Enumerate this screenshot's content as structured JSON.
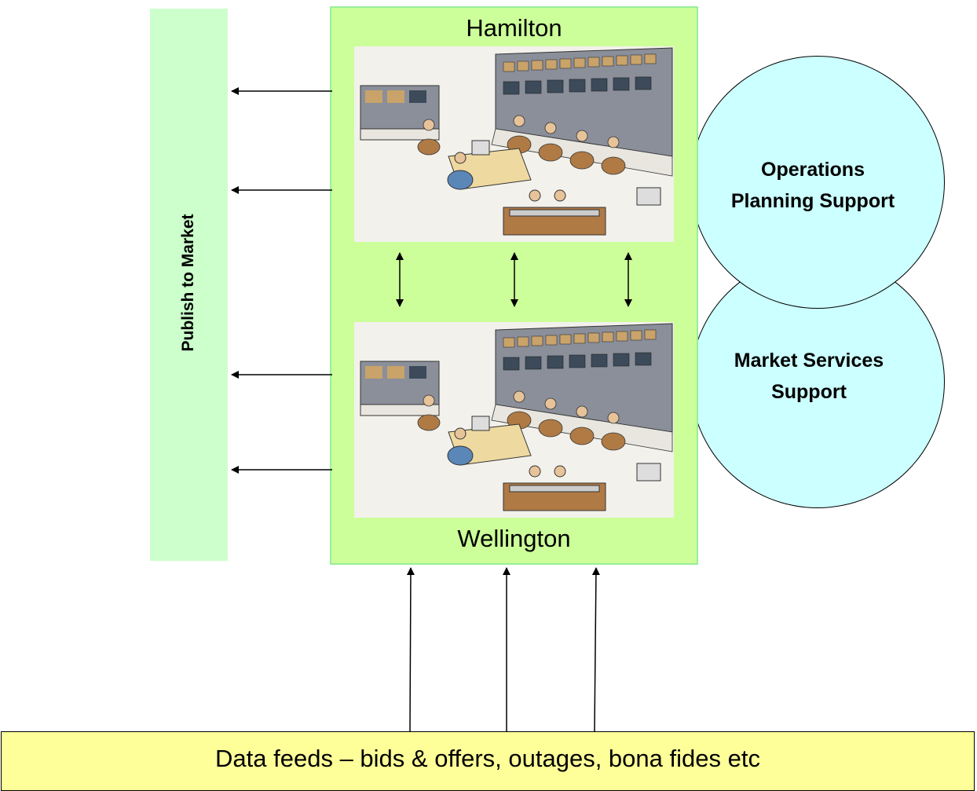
{
  "publish": {
    "label": "Publish to Market"
  },
  "sites": {
    "top": "Hamilton",
    "bottom": "Wellington"
  },
  "support": {
    "operations": [
      "Operations",
      "Planning Support"
    ],
    "market": [
      "Market Services",
      "Support"
    ]
  },
  "data_feeds": {
    "label": "Data feeds – bids & offers, outages, bona fides etc"
  },
  "colors": {
    "publish_fill": "#ccffcc",
    "centre_fill": "#ccff99",
    "support_fill": "#ccffff",
    "feed_fill": "#ffff99"
  }
}
